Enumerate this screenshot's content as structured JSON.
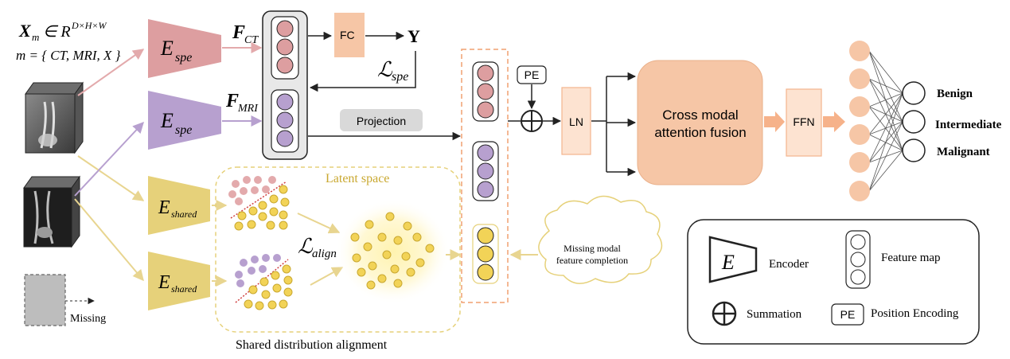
{
  "input": {
    "formula_line1_var": "X",
    "formula_line1_sub": "m",
    "formula_line1_rest": "∈ R",
    "formula_line1_sup": "D×H×W",
    "formula_line2": "m = { CT, MRI, X }",
    "missing_label": "Missing"
  },
  "encoders": {
    "spe_main": "E",
    "spe_sub": "spe",
    "shared_main": "E",
    "shared_sub": "shared"
  },
  "features": {
    "ct_main": "F",
    "ct_sub": "CT",
    "mri_main": "F",
    "mri_sub": "MRI",
    "fc_label": "FC",
    "y_label": "Y",
    "loss_spe_main": "ℒ",
    "loss_spe_sub": "spe",
    "projection_label": "Projection"
  },
  "latent": {
    "title": "Latent space",
    "loss_align_main": "ℒ",
    "loss_align_sub": "align",
    "caption": "Shared distribution  alignment"
  },
  "fusion": {
    "pe_label": "PE",
    "ln_label": "LN",
    "attention_line1": "Cross modal",
    "attention_line2": "attention fusion",
    "ffn_label": "FFN",
    "completion_line1": "Missing modal",
    "completion_line2": "feature completion"
  },
  "outputs": [
    "Benign",
    "Intermediate",
    "Malignant"
  ],
  "legend": {
    "encoder_symbol": "E",
    "encoder_label": "Encoder",
    "feature_map_label": "Feature map",
    "summation_label": "Summation",
    "pe_symbol": "PE",
    "pe_label": "Position Encoding"
  },
  "colors": {
    "pink": "#dd9ea0",
    "purple": "#b7a0cf",
    "yellow": "#e6d17a",
    "orange": "#f6c6a6",
    "gray": "#bdbdbd"
  }
}
